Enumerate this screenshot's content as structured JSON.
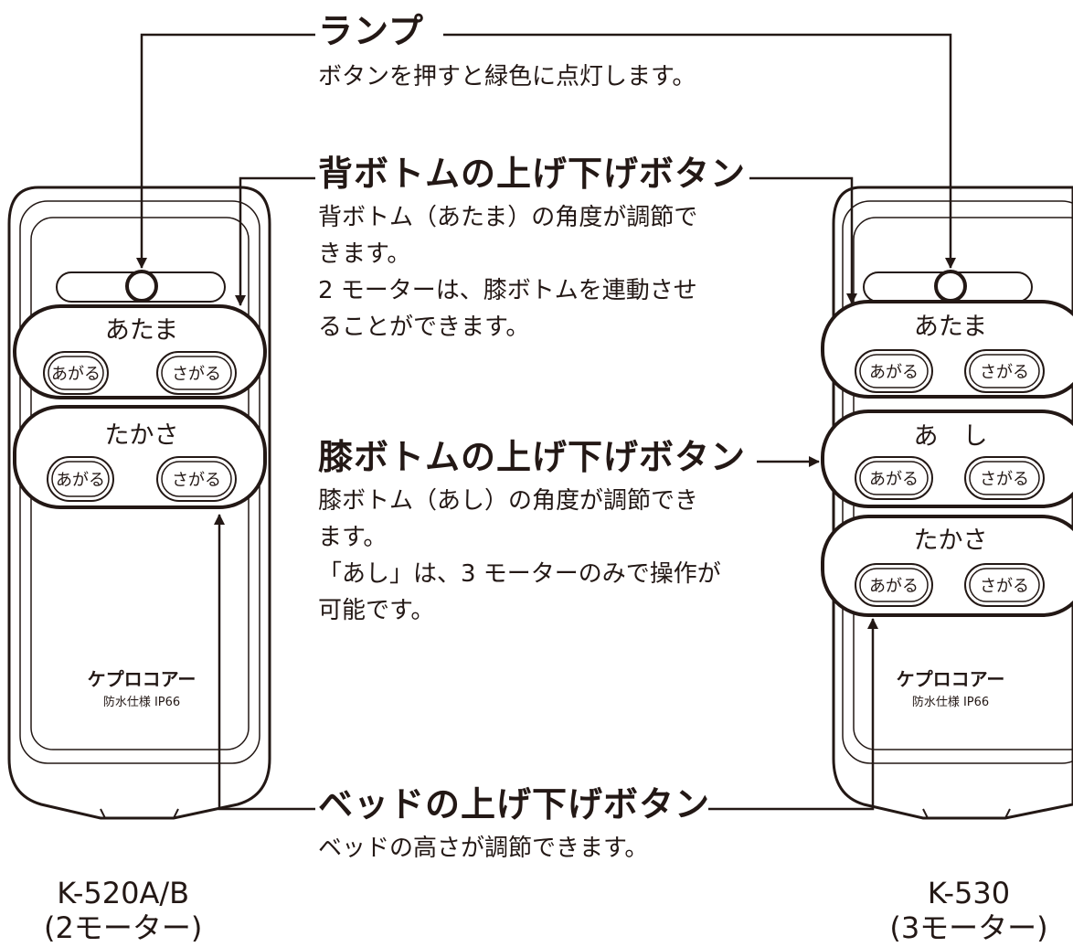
{
  "callouts": {
    "lamp": {
      "title": "ランプ",
      "desc": [
        "ボタンを押すと緑色に点灯します。"
      ]
    },
    "back": {
      "title": "背ボトムの上げ下げボタン",
      "desc": [
        "背ボトム（あたま）の角度が調節で",
        "きます。",
        "2 モーターは、膝ボトムを連動させ",
        "ることができます。"
      ]
    },
    "knee": {
      "title": "膝ボトムの上げ下げボタン",
      "desc": [
        "膝ボトム（あし）の角度が調節でき",
        "ます。",
        "「あし」は、3 モーターのみで操作が",
        "可能です。"
      ]
    },
    "bed": {
      "title": "ベッドの上げ下げボタン",
      "desc": [
        "ベッドの高さが調節できます。"
      ]
    }
  },
  "remotes": {
    "left": {
      "groups": [
        {
          "label": "あたま",
          "up": "あがる",
          "down": "さがる"
        },
        {
          "label": "たかさ",
          "up": "あがる",
          "down": "さがる"
        }
      ],
      "brand": "ケプロコアー",
      "spec": "防水仕様 IP66"
    },
    "right": {
      "groups": [
        {
          "label": "あたま",
          "up": "あがる",
          "down": "さがる"
        },
        {
          "label": "あ　し",
          "up": "あがる",
          "down": "さがる"
        },
        {
          "label": "たかさ",
          "up": "あがる",
          "down": "さがる"
        }
      ],
      "brand": "ケプロコアー",
      "spec": "防水仕様 IP66"
    }
  },
  "models": {
    "left": {
      "name": "K-520A/B",
      "motors": "(2モーター)"
    },
    "right": {
      "name": "K-530",
      "motors": "(3モーター)"
    }
  }
}
